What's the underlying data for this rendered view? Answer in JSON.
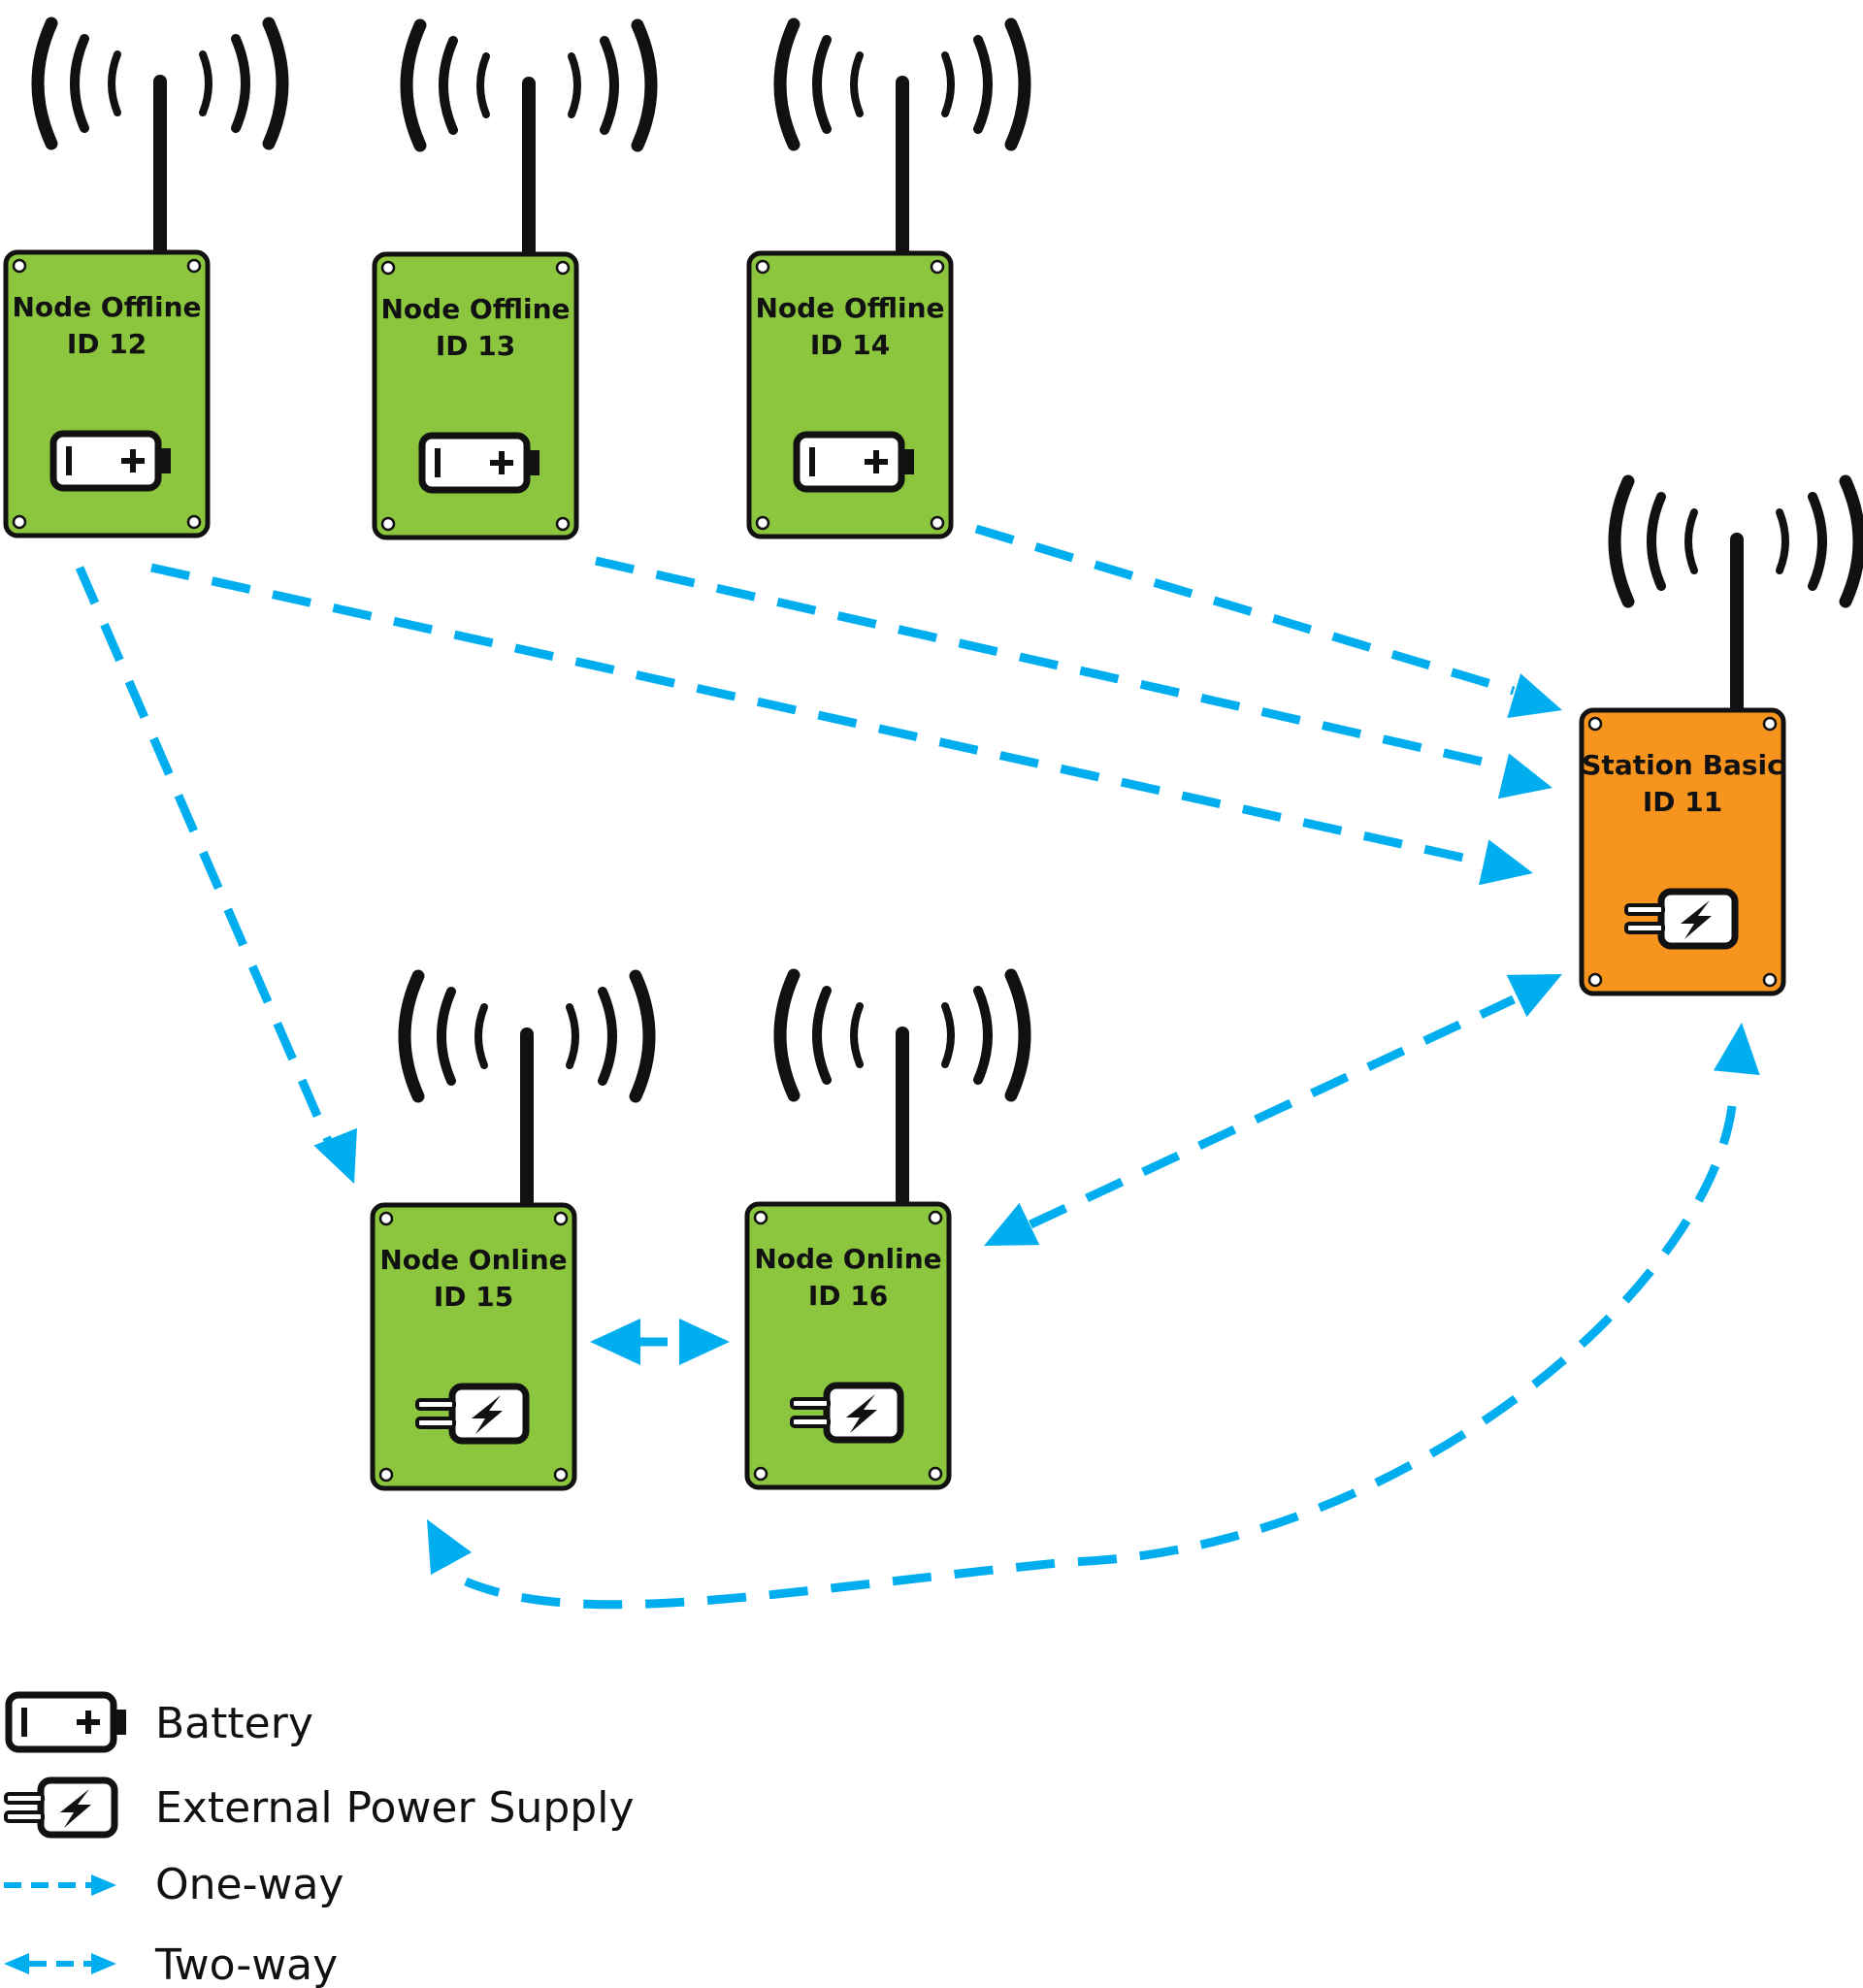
{
  "colors": {
    "node": "#8cc63f",
    "station": "#f7941d",
    "link": "#00aeef",
    "outline": "#111111"
  },
  "devices": [
    {
      "id": "node-12",
      "line1": "Node Offline",
      "line2": "ID 12",
      "kind": "node",
      "power": "battery-icon"
    },
    {
      "id": "node-13",
      "line1": "Node Offline",
      "line2": "ID 13",
      "kind": "node",
      "power": "battery-icon"
    },
    {
      "id": "node-14",
      "line1": "Node Offline",
      "line2": "ID 14",
      "kind": "node",
      "power": "battery-icon"
    },
    {
      "id": "station-11",
      "line1": "Station Basic",
      "line2": "ID 11",
      "kind": "station",
      "power": "power-plug-icon"
    },
    {
      "id": "node-15",
      "line1": "Node Online",
      "line2": "ID 15",
      "kind": "node",
      "power": "power-plug-icon"
    },
    {
      "id": "node-16",
      "line1": "Node Online",
      "line2": "ID 16",
      "kind": "node",
      "power": "power-plug-icon"
    }
  ],
  "connections": [
    {
      "from": "node-12",
      "to": "station-11",
      "type": "one-way"
    },
    {
      "from": "node-13",
      "to": "station-11",
      "type": "one-way"
    },
    {
      "from": "node-14",
      "to": "station-11",
      "type": "one-way"
    },
    {
      "from": "node-12",
      "to": "node-15",
      "type": "one-way"
    },
    {
      "from": "node-15",
      "to": "node-16",
      "type": "two-way"
    },
    {
      "from": "node-16",
      "to": "station-11",
      "type": "two-way"
    },
    {
      "from": "node-15",
      "to": "station-11",
      "type": "two-way"
    }
  ],
  "legend": [
    {
      "icon": "battery-icon",
      "label": "Battery"
    },
    {
      "icon": "power-plug-icon",
      "label": "External Power Supply"
    },
    {
      "icon": "one-way-arrow-icon",
      "label": "One-way"
    },
    {
      "icon": "two-way-arrow-icon",
      "label": "Two-way"
    }
  ]
}
